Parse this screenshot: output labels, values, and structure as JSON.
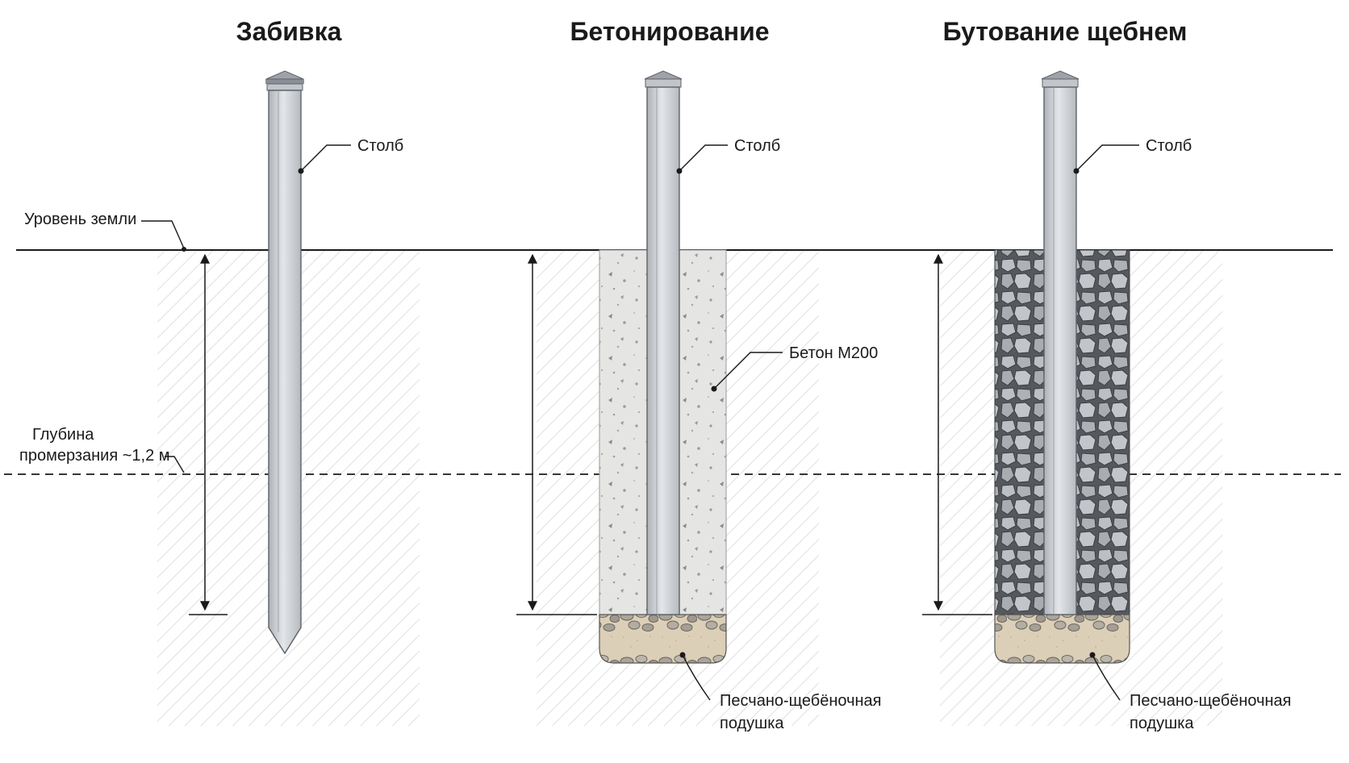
{
  "methods": [
    {
      "title": "Забивка",
      "post_label": "Столб"
    },
    {
      "title": "Бетонирование",
      "post_label": "Столб",
      "fill_label": "Бетон М200",
      "cushion_label_line1": "Песчано-щебёночная",
      "cushion_label_line2": "подушка"
    },
    {
      "title": "Бутование щебнем",
      "post_label": "Столб",
      "cushion_label_line1": "Песчано-щебёночная",
      "cushion_label_line2": "подушка"
    }
  ],
  "ground_level_label": "Уровень земли",
  "frost_depth_label_line1": "Глубина",
  "frost_depth_label_line2": "промерзания ~1,2 м",
  "colors": {
    "line": "#1a1a1a",
    "hatch": "#c9c9c9",
    "post": "#cfd2d6",
    "post_edge": "#7a7f86",
    "concrete": "#e4e4e2",
    "gravel_bg": "#5a5d62",
    "stone": "#b7babe",
    "sand": "#d9cbb3",
    "pebble": "#a9a49c"
  }
}
